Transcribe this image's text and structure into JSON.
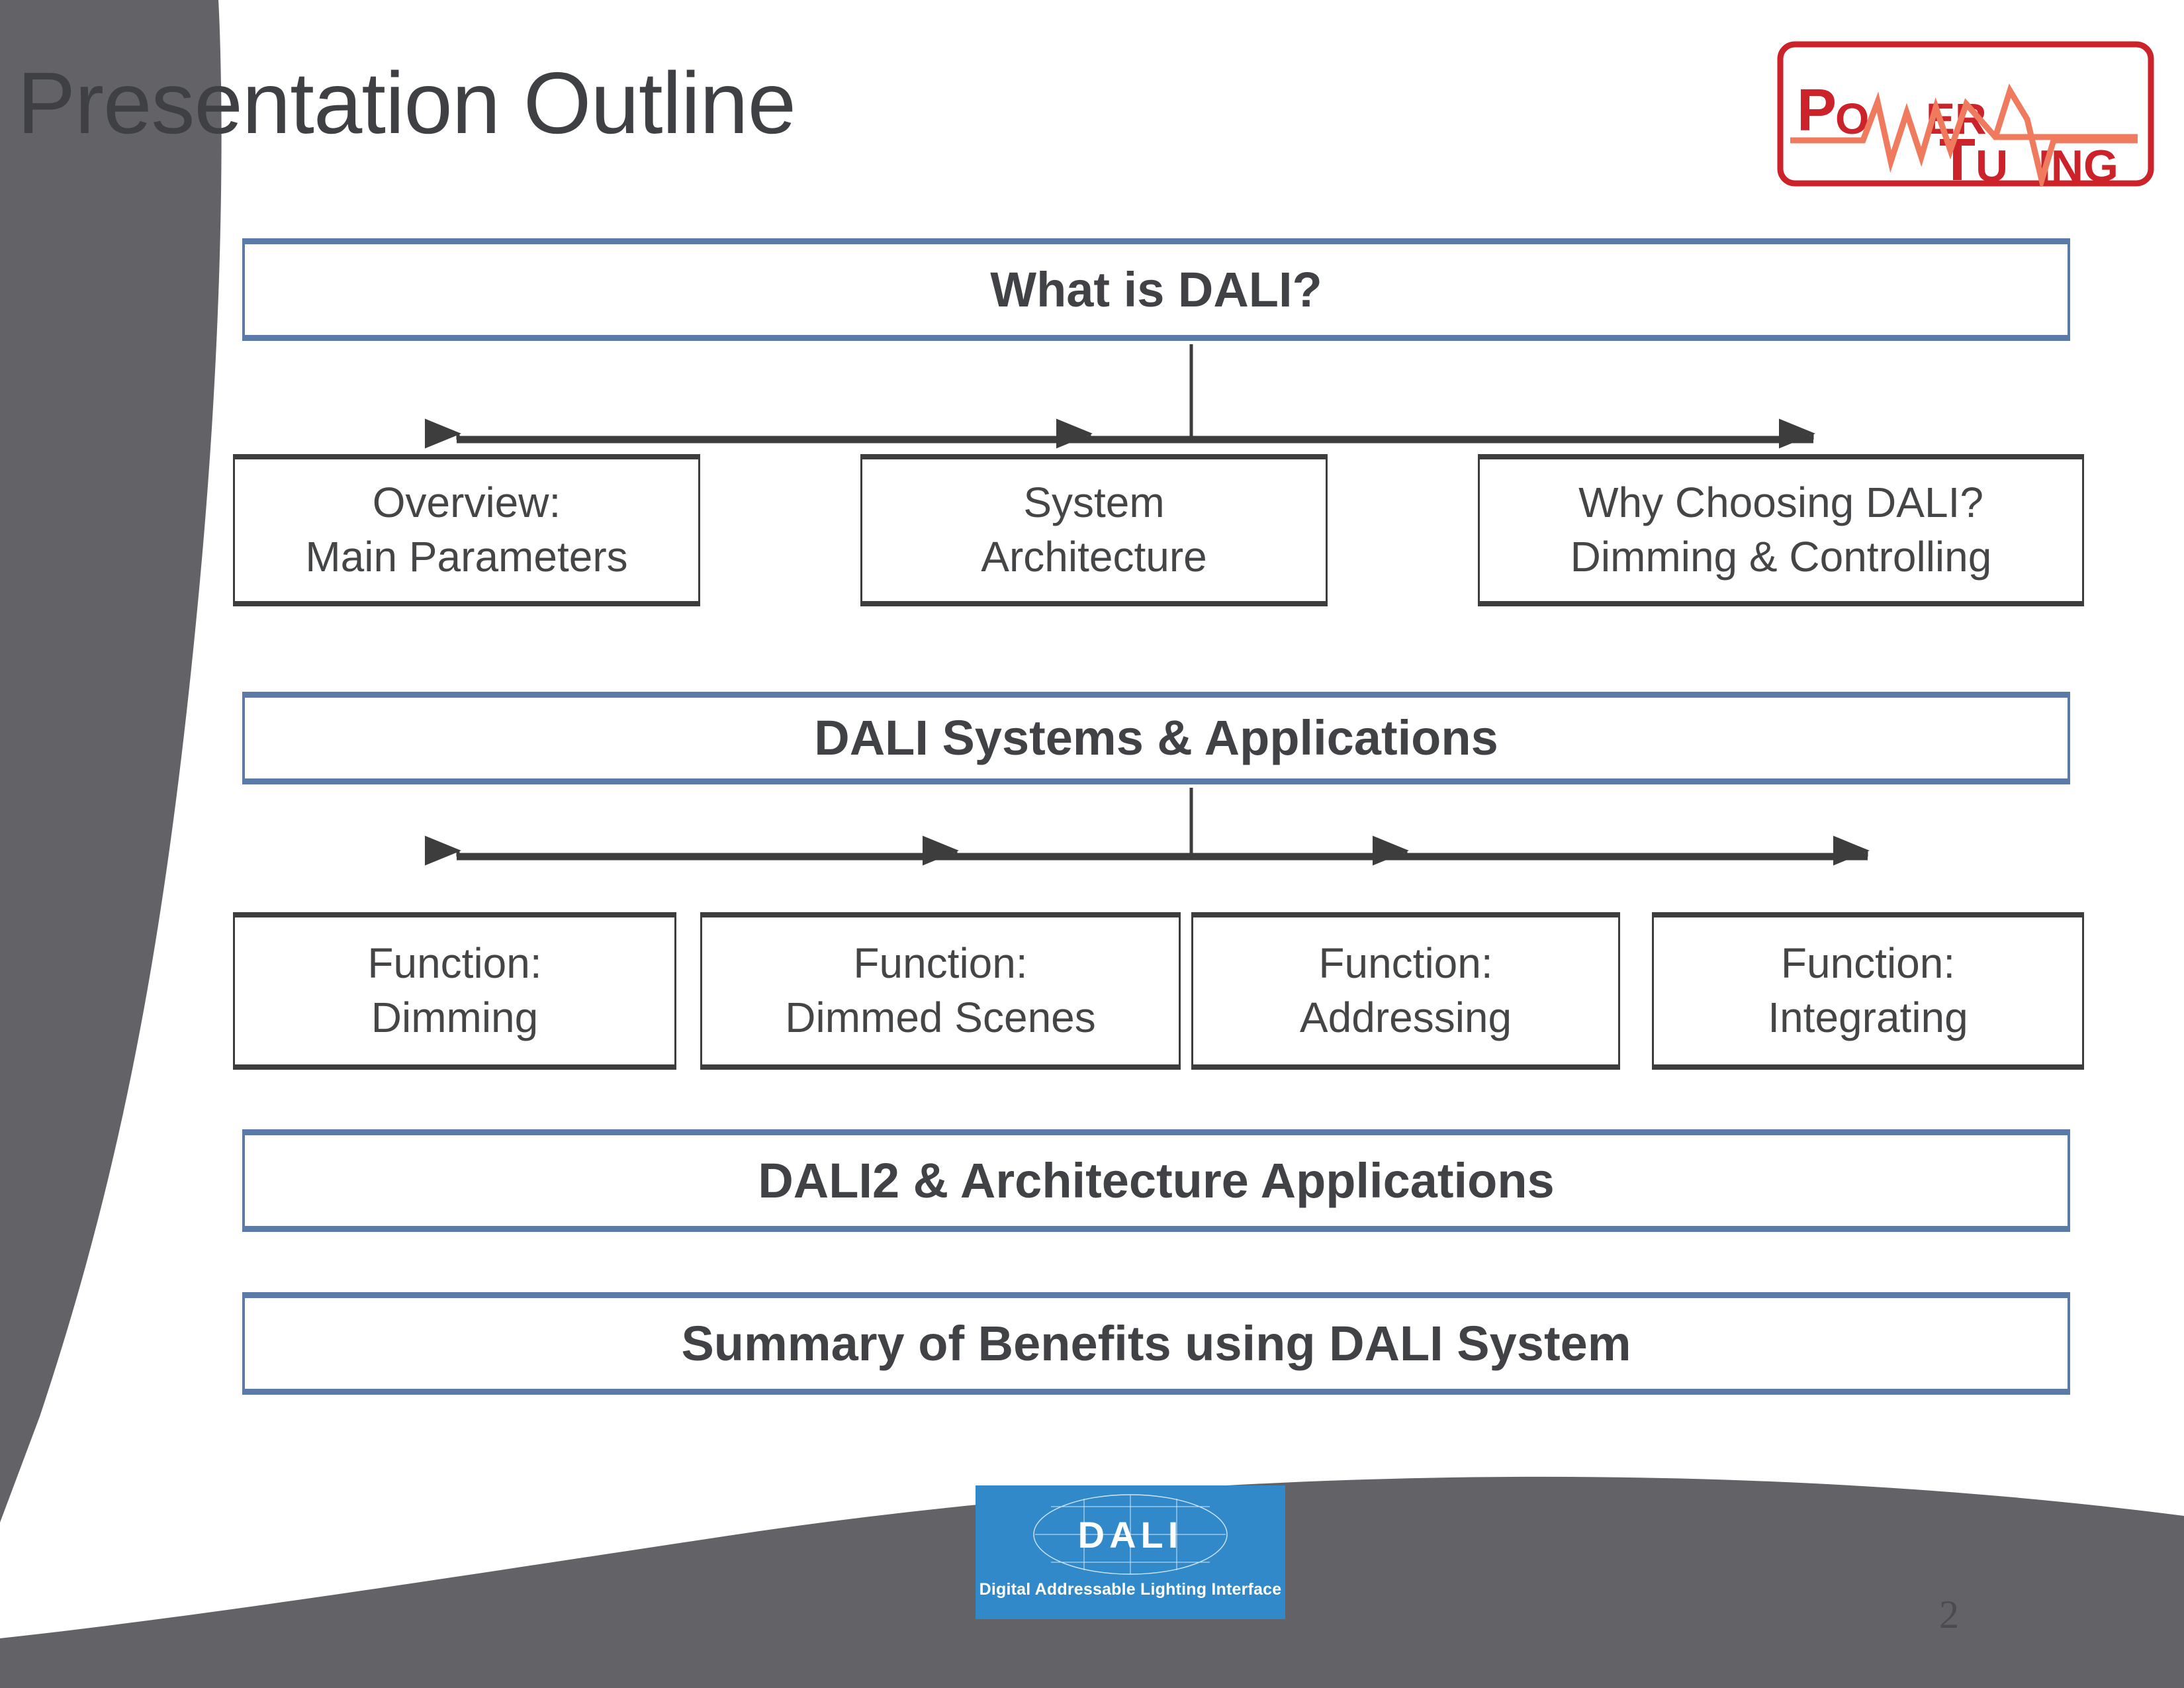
{
  "slide": {
    "title": "Presentation Outline",
    "page_number": "2"
  },
  "brand_logo": {
    "name": "power-tuning-logo",
    "line1": "Po",
    "line1b": "wer",
    "line2": "Tu",
    "line2b": "ning",
    "word_top": "POWER",
    "word_bottom": "TUNING",
    "color_dark": "#cc2229",
    "color_light": "#ef7a5e"
  },
  "dali_logo": {
    "name": "dali-logo",
    "mark": "DALI",
    "tagline": "Digital Addressable Lighting Interface",
    "background": "#3189c9"
  },
  "colors": {
    "accent_blue": "#5b7aa8",
    "box_gray": "#3d3d3d",
    "text_gray": "#414246",
    "swoosh_gray": "#636266"
  },
  "sections": [
    {
      "id": "what-is-dali",
      "heading": "What is DALI?",
      "children": [
        {
          "line1": "Overview:",
          "line2": "Main Parameters"
        },
        {
          "line1": "System",
          "line2": "Architecture"
        },
        {
          "line1": "Why Choosing DALI?",
          "line2": "Dimming & Controlling"
        }
      ]
    },
    {
      "id": "dali-systems-applications",
      "heading": "DALI Systems & Applications",
      "children": [
        {
          "line1": "Function:",
          "line2": "Dimming"
        },
        {
          "line1": "Function:",
          "line2": "Dimmed Scenes"
        },
        {
          "line1": "Function:",
          "line2": "Addressing"
        },
        {
          "line1": "Function:",
          "line2": "Integrating"
        }
      ]
    },
    {
      "id": "dali2-architecture-applications",
      "heading": "DALI2 & Architecture Applications",
      "children": []
    },
    {
      "id": "summary-of-benefits",
      "heading": "Summary of Benefits using DALI System",
      "children": []
    }
  ]
}
